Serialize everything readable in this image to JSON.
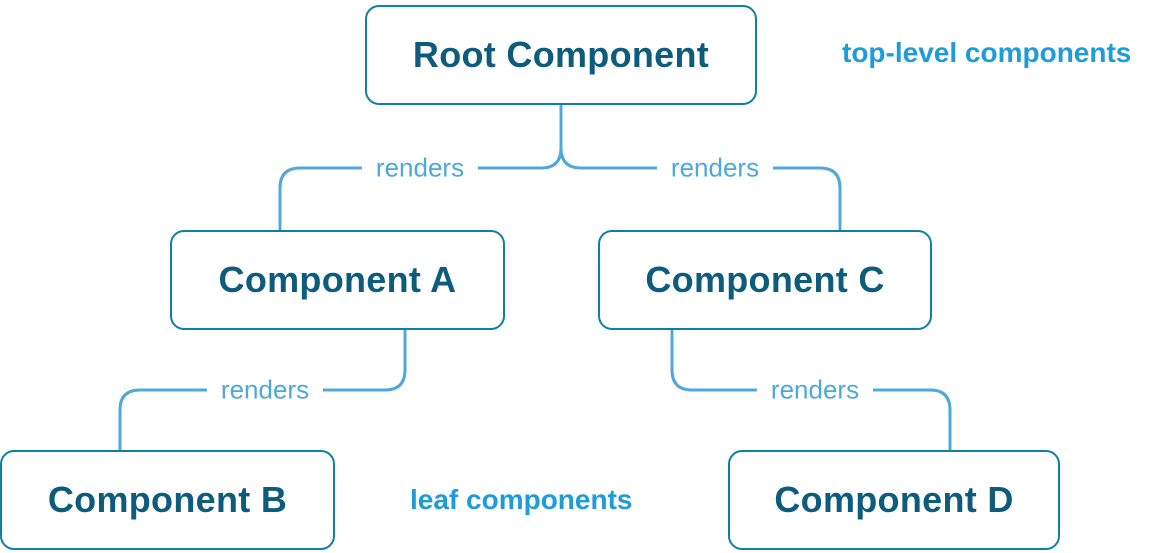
{
  "diagram": {
    "type": "component-tree",
    "nodes": [
      {
        "id": "root",
        "label": "Root Component",
        "level": "top"
      },
      {
        "id": "a",
        "label": "Component A",
        "level": "middle"
      },
      {
        "id": "b",
        "label": "Component B",
        "level": "leaf"
      },
      {
        "id": "c",
        "label": "Component C",
        "level": "middle"
      },
      {
        "id": "d",
        "label": "Component D",
        "level": "leaf"
      }
    ],
    "edges": [
      {
        "from": "root",
        "to": "a",
        "label": "renders"
      },
      {
        "from": "root",
        "to": "c",
        "label": "renders"
      },
      {
        "from": "a",
        "to": "b",
        "label": "renders"
      },
      {
        "from": "c",
        "to": "d",
        "label": "renders"
      }
    ],
    "annotations": [
      {
        "id": "top-level",
        "text": "top-level components"
      },
      {
        "id": "leaf",
        "text": "leaf components"
      }
    ],
    "colors": {
      "node_border": "#0f7fa8",
      "node_text": "#0d5c7d",
      "edge_line": "#4fa8dc",
      "edge_label_text": "#4fa8dc",
      "annotation_text": "#1e9cd9",
      "background": "#ffffff"
    }
  }
}
